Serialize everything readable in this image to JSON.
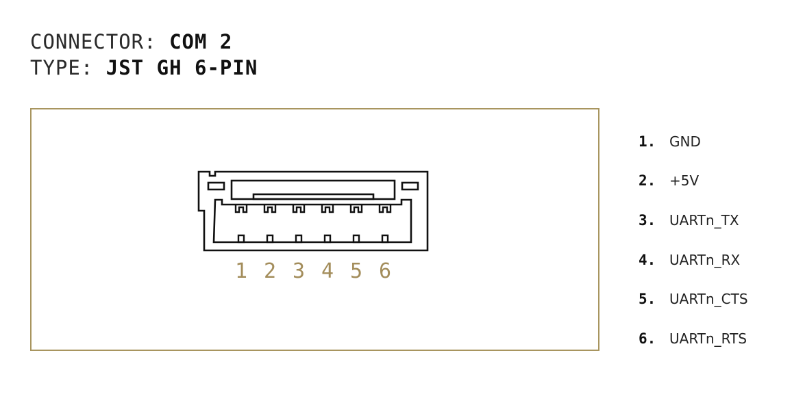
{
  "header": {
    "connector_label": "CONNECTOR:",
    "connector_value": "COM 2",
    "type_label": "TYPE:",
    "type_value": "JST GH 6-PIN"
  },
  "pins": [
    {
      "number": "1",
      "list_number": "1.",
      "signal": "GND"
    },
    {
      "number": "2",
      "list_number": "2.",
      "signal": "+5V"
    },
    {
      "number": "3",
      "list_number": "3.",
      "signal": "UARTn_TX"
    },
    {
      "number": "4",
      "list_number": "4.",
      "signal": "UARTn_RX"
    },
    {
      "number": "5",
      "list_number": "5.",
      "signal": "UARTn_CTS"
    },
    {
      "number": "6",
      "list_number": "6.",
      "signal": "UARTn_RTS"
    }
  ],
  "colors": {
    "frame": "#a8955f",
    "pin_number": "#a38d5b",
    "outline": "#111111"
  }
}
